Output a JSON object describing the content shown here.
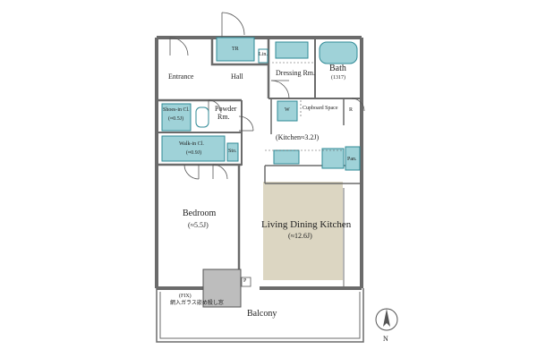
{
  "colors": {
    "wall": "#6b6b6b",
    "fixture": "#9fd2d8",
    "fixture_stroke": "#2f8a96",
    "ldk_floor": "#dcd6c2",
    "gray_box": "#bdbdbd"
  },
  "rooms": {
    "tr": "TR",
    "lin": "Lin.",
    "dressing": "Dressing Rm.",
    "bath": "Bath",
    "bath_size": "(1317)",
    "entrance": "Entrance",
    "hall": "Hall",
    "shoes_in": "Shoes-in Cl.",
    "shoes_in_size": "(≈0.5J)",
    "powder": "Powder",
    "powder2": "Rm.",
    "w": "W",
    "cupboard": "Cupboard Space",
    "r": "R",
    "walkin": "Walk-in Cl.",
    "walkin_size": "(≈0.9J)",
    "sto": "Sto.",
    "kitchen": "(Kitchen≈3.2J)",
    "pan": "Pan.",
    "bedroom": "Bedroom",
    "bedroom_size": "(≈5.5J)",
    "ldk": "Living Dining Kitchen",
    "ldk_size": "(≈12.6J)",
    "p": "P",
    "fix": "(FIX)",
    "fix_note": "網入ガラス嵌め殺し窓",
    "balcony": "Balcony"
  },
  "compass": {
    "north": "N"
  }
}
